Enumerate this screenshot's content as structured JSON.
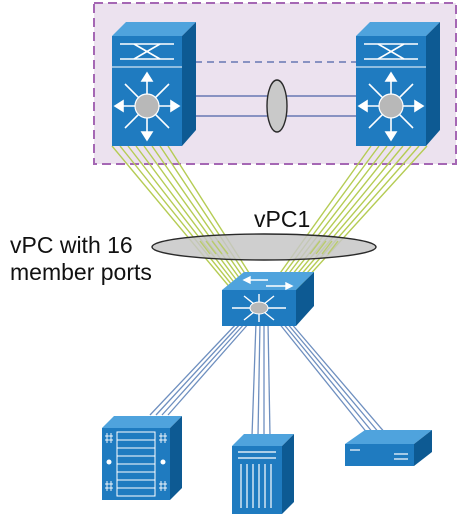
{
  "labels": {
    "vpc_name": "vPC1",
    "member_line1": "vPC with 16",
    "member_line2": "member ports"
  },
  "colors": {
    "domain_fill": "#ece2ef",
    "domain_border": "#a567b4",
    "device_blue": "#1f7bc0",
    "device_dark": "#0d5a93",
    "device_light": "#4fa3dd",
    "uplink_green": "#b5cc54",
    "downlink_blue": "#6e8fbf",
    "peer_link": "#4d63a8",
    "ellipse_fill": "#c7c7c7"
  },
  "diagram": {
    "nodes": [
      {
        "id": "nexus-left",
        "icon": "nexus-switch-icon",
        "role": "vpc-peer"
      },
      {
        "id": "nexus-right",
        "icon": "nexus-switch-icon",
        "role": "vpc-peer"
      },
      {
        "id": "access-switch",
        "icon": "layer3-switch-icon",
        "role": "downstream"
      },
      {
        "id": "server-rack",
        "icon": "blade-server-icon",
        "role": "host"
      },
      {
        "id": "server-tower",
        "icon": "server-icon",
        "role": "host"
      },
      {
        "id": "server-appliance",
        "icon": "appliance-icon",
        "role": "host"
      }
    ],
    "edges": [
      {
        "from": "nexus-left",
        "to": "nexus-right",
        "kind": "vpc-peer-link"
      },
      {
        "from": "nexus-left",
        "to": "access-switch",
        "kind": "vpc-member",
        "count": 8
      },
      {
        "from": "nexus-right",
        "to": "access-switch",
        "kind": "vpc-member",
        "count": 8
      },
      {
        "from": "access-switch",
        "to": "server-rack",
        "kind": "access-link",
        "count": 4
      },
      {
        "from": "access-switch",
        "to": "server-tower",
        "kind": "access-link",
        "count": 4
      },
      {
        "from": "access-switch",
        "to": "server-appliance",
        "kind": "access-link",
        "count": 4
      }
    ]
  }
}
